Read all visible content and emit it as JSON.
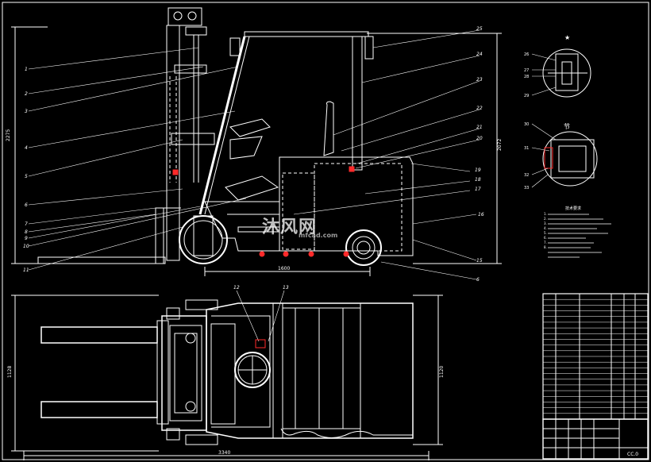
{
  "drawing": {
    "title": "",
    "side_view_dims": {
      "height_total_label": "2275",
      "height_right_label": "2072",
      "wheelbase_label": "1600"
    },
    "top_view_dims": {
      "width_left_label": "1128",
      "width_right_label": "1120",
      "length_label": "3340"
    },
    "callouts_left": [
      "1",
      "2",
      "3",
      "4",
      "5",
      "6",
      "7",
      "8",
      "9",
      "10",
      "11"
    ],
    "callouts_right": [
      "25",
      "24",
      "23",
      "22",
      "21",
      "20",
      "19",
      "18",
      "17",
      "16",
      "15",
      "6"
    ],
    "callouts_top_view": [
      "12",
      "13"
    ],
    "detail_A": {
      "marker": "★",
      "labels": [
        "26",
        "27",
        "28",
        "29"
      ]
    },
    "detail_B": {
      "marker": "节",
      "labels": [
        "30",
        "31",
        "32",
        "33"
      ]
    },
    "tech_notes_title": "技术要求",
    "tech_notes_lines": [
      "1.",
      "2.",
      "3.",
      "4.",
      "5.",
      "6.",
      "7.",
      "8."
    ],
    "title_block_code": "CC.0",
    "bom_rows": 22,
    "colors": {
      "background": "#000000",
      "lines": "#ffffff",
      "parts": "#ff2a2a"
    }
  },
  "watermark": {
    "brand": "沐风网",
    "url": "mfcad.com"
  }
}
